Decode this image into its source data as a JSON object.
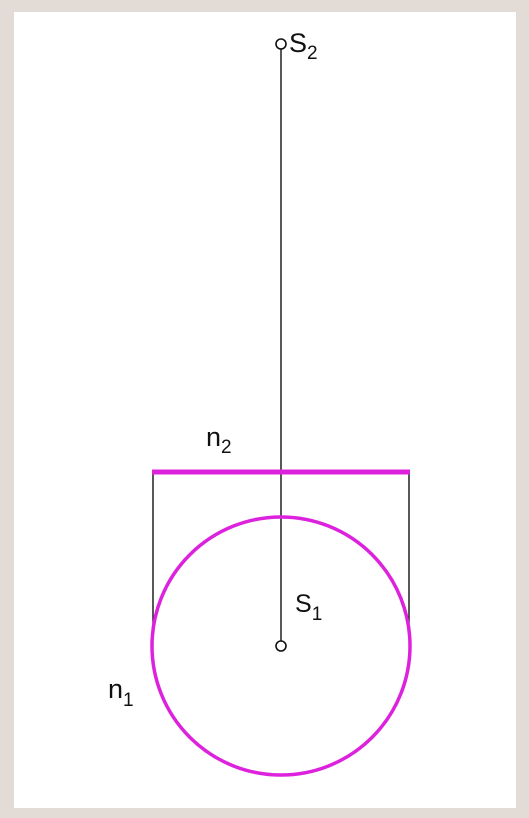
{
  "diagram": {
    "labels": {
      "s2": {
        "base": "S",
        "sub": "2"
      },
      "n2": {
        "base": "n",
        "sub": "2"
      },
      "s1": {
        "base": "S",
        "sub": "1"
      },
      "n1": {
        "base": "n",
        "sub": "1"
      }
    },
    "colors": {
      "background": "#e3dcd6",
      "frame": "#ffffff",
      "magenta": "#dd22dd",
      "line": "#111111"
    }
  }
}
